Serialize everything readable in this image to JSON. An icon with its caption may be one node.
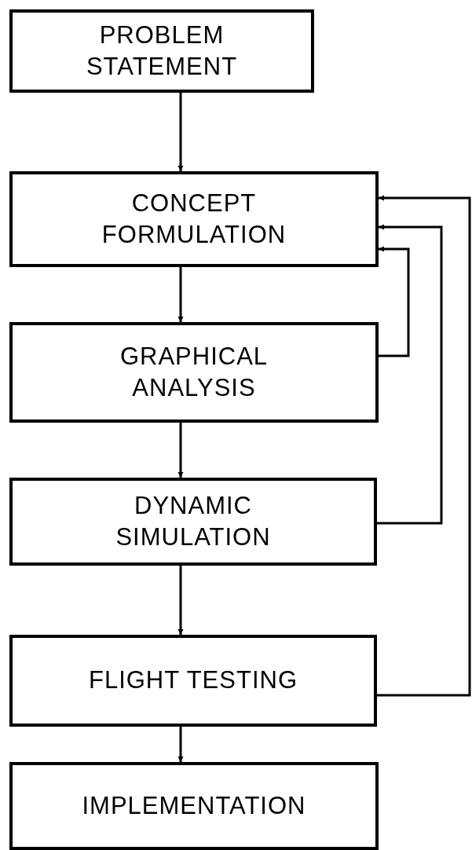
{
  "diagram": {
    "nodes": [
      {
        "text": [
          "PROBLEM STATEMENT"
        ]
      },
      {
        "text": [
          "CONCEPT FORMULATION"
        ]
      },
      {
        "text": [
          "GRAPHICAL ANALYSIS"
        ]
      },
      {
        "text": [
          "DYNAMIC SIMULATION"
        ]
      },
      {
        "text": [
          "FLIGHT TESTING"
        ]
      },
      {
        "text": [
          "IMPLEMENTATION"
        ]
      }
    ],
    "edges": [
      {
        "from": 0,
        "to": 1,
        "arrow": "to"
      },
      {
        "from": 1,
        "to": 2,
        "arrow": "to"
      },
      {
        "from": 2,
        "to": 3,
        "arrow": "to"
      },
      {
        "from": 3,
        "to": 4,
        "arrow": "to"
      },
      {
        "from": 4,
        "to": 5,
        "arrow": "to"
      },
      {
        "from": 2,
        "to": 1,
        "arrow": "to"
      },
      {
        "from": 3,
        "to": 1,
        "arrow": "to"
      },
      {
        "from": 4,
        "to": 1,
        "arrow": "to"
      }
    ]
  }
}
